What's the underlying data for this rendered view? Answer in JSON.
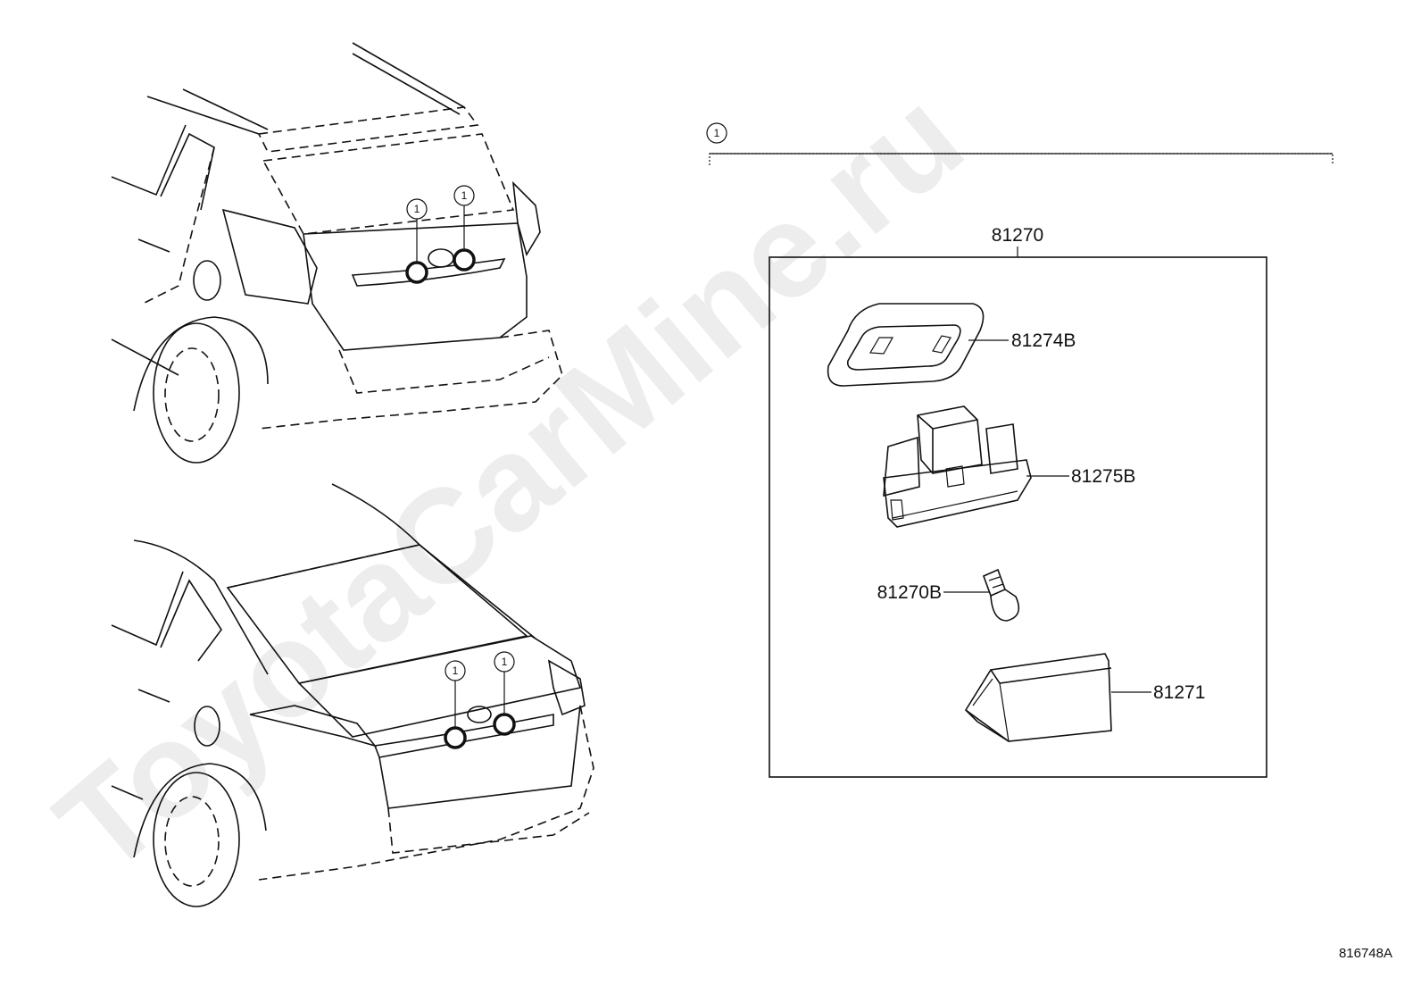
{
  "watermark": "ToyotaCarMine.ru",
  "diagram_id": "816748A",
  "callout_symbol": "1",
  "assembly": {
    "number": "81270",
    "parts": [
      {
        "number": "81274B",
        "description": "gasket"
      },
      {
        "number": "81275B",
        "description": "lamp housing"
      },
      {
        "number": "81270B",
        "description": "bulb"
      },
      {
        "number": "81271",
        "description": "lens"
      }
    ]
  },
  "views": [
    {
      "name": "hatchback rear view"
    },
    {
      "name": "sedan rear view"
    }
  ]
}
